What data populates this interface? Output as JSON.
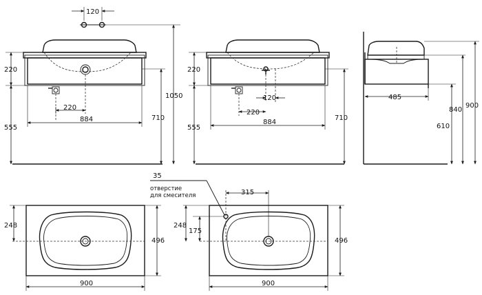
{
  "dimensions": {
    "front_left": {
      "tap_spacing": "120",
      "counter_height": "220",
      "total_height": "1050",
      "drain_offset": "220",
      "cabinet_width": "884",
      "floor_to_top": "710",
      "floor_to_cabinet": "555"
    },
    "front_right": {
      "counter_height": "220",
      "drain_spacing": "120",
      "drain_offset": "220",
      "cabinet_width": "884",
      "floor_to_top": "710",
      "floor_to_cabinet": "555"
    },
    "side": {
      "depth": "485",
      "height_840": "840",
      "height_900": "900",
      "height_610": "610"
    },
    "top_left": {
      "half_depth": "248",
      "depth": "496",
      "width": "900"
    },
    "top_right": {
      "hole_diameter": "35",
      "hole_offset": "315",
      "half_depth": "248",
      "hole_depth": "175",
      "depth": "496",
      "width": "900"
    }
  },
  "annotation": {
    "line1": "отверстие",
    "line2": "для смесителя"
  }
}
